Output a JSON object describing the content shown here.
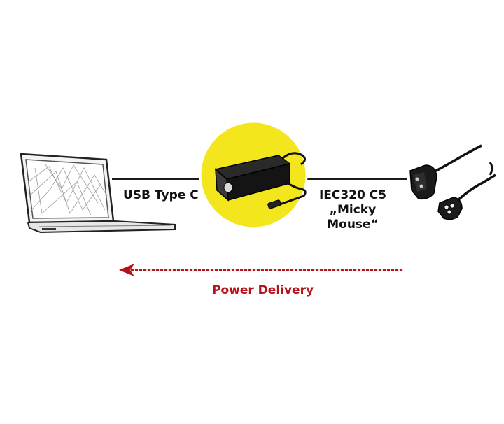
{
  "labels": {
    "usb": "USB Type C",
    "iec_line1": "IEC320 C5",
    "iec_line2": "„Micky",
    "iec_line3": "Mouse“",
    "power_delivery": "Power Delivery"
  },
  "colors": {
    "adapter_circle": "#f3e61d",
    "arrow": "#b5121b",
    "line": "#1a1a1a"
  },
  "icons": {
    "laptop": "laptop-icon",
    "adapter": "power-adapter-icon",
    "plug": "power-plug-icon"
  }
}
